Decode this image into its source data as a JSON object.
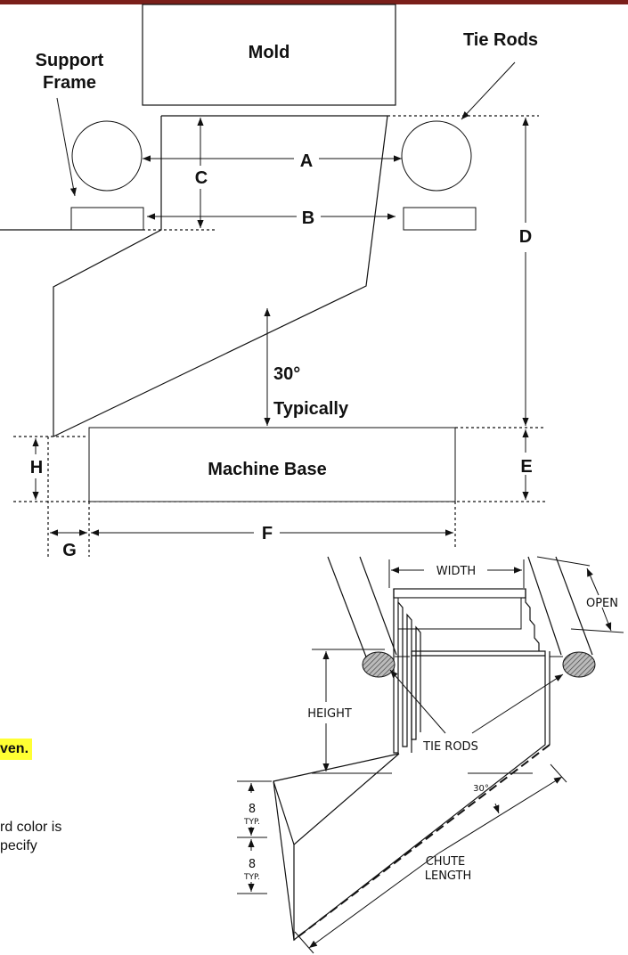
{
  "top_diagram": {
    "labels": {
      "mold": "Mold",
      "tie_rods": "Tie Rods",
      "support_frame_line1": "Support",
      "support_frame_line2": "Frame",
      "a": "A",
      "b": "B",
      "c": "C",
      "d": "D",
      "e": "E",
      "f": "F",
      "g": "G",
      "h": "H",
      "angle_line1": "30°",
      "angle_line2": "Typically",
      "machine_base": "Machine Base"
    }
  },
  "chute_diagram": {
    "labels": {
      "width": "WIDTH",
      "open": "OPEN",
      "height": "HEIGHT",
      "tie_rods": "TIE RODS",
      "angle": "30°",
      "eight_top": "8",
      "typ_top": "TYP.",
      "eight_bottom": "8",
      "typ_bottom": "TYP.",
      "chute_line1": "CHUTE",
      "chute_line2": "LENGTH"
    }
  },
  "notes": {
    "highlighted": "ven.",
    "body_line1": "rd color is",
    "body_line2": "pecify"
  },
  "colors": {
    "top_bar": "#7a1f1a",
    "highlight": "#ffff33",
    "tie_rod_hatch": "#888888"
  }
}
